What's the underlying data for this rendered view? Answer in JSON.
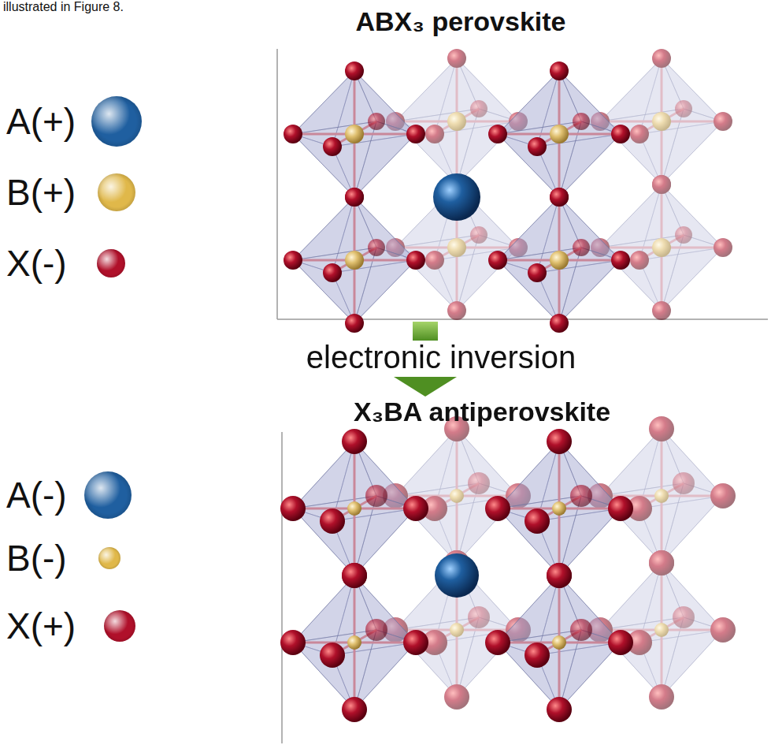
{
  "diagram": {
    "labels": [
      "illustrated in Figure 8.",
      "ABX₃ perovskite",
      "electronic inversion",
      "X₃BA antiperovskite"
    ],
    "legend": [
      {
        "text": "A(+)",
        "color": "#1f5fa0"
      },
      {
        "text": "B(+)",
        "color": "#e0b84a"
      },
      {
        "text": "X(-)",
        "color": "#b0102a"
      },
      {
        "text": "A(-)",
        "color": "#1f5fa0"
      },
      {
        "text": "B(-)",
        "color": "#e0b84a"
      },
      {
        "text": "X(+)",
        "color": "#b0102a"
      }
    ]
  }
}
